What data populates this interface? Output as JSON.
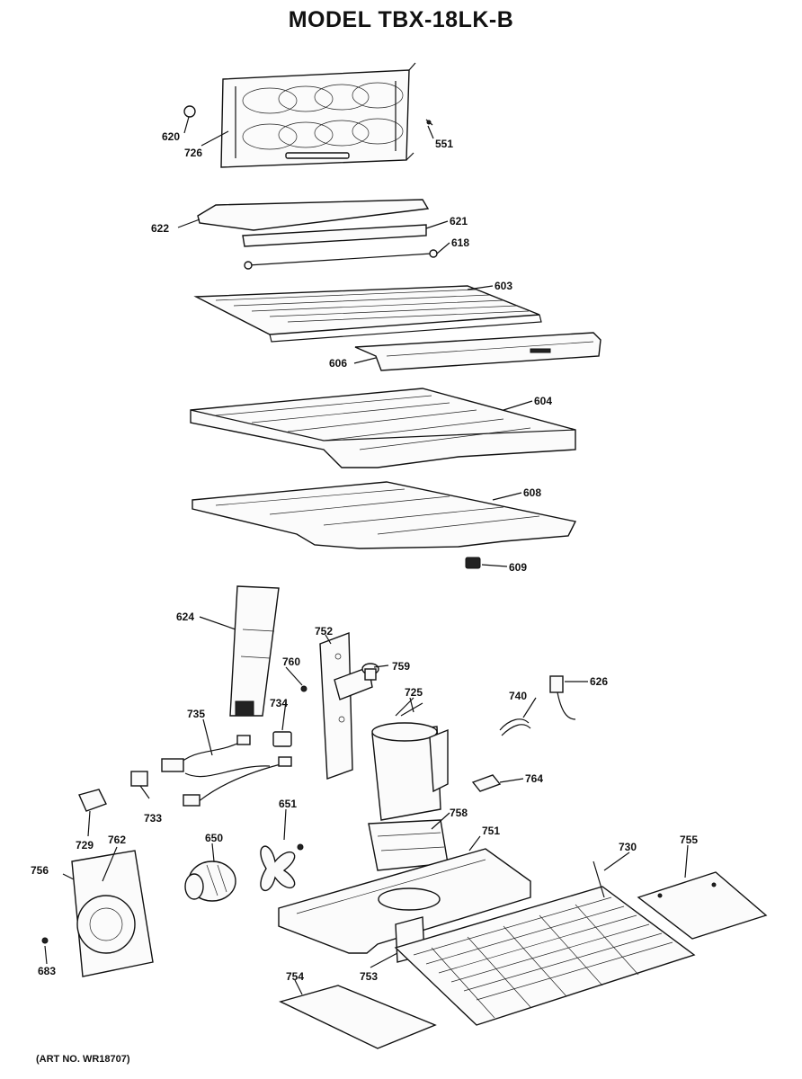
{
  "title": "MODEL TBX-18LK-B",
  "art_number": "(ART NO. WR18707)",
  "parts": {
    "p551": "551",
    "p603": "603",
    "p604": "604",
    "p606": "606",
    "p608": "608",
    "p609": "609",
    "p618": "618",
    "p620": "620",
    "p621": "621",
    "p622": "622",
    "p624": "624",
    "p626": "626",
    "p650": "650",
    "p651": "651",
    "p683": "683",
    "p725": "725",
    "p726": "726",
    "p729": "729",
    "p730": "730",
    "p733": "733",
    "p734": "734",
    "p735": "735",
    "p740": "740",
    "p751": "751",
    "p752": "752",
    "p753": "753",
    "p754": "754",
    "p755": "755",
    "p756": "756",
    "p758": "758",
    "p759": "759",
    "p760": "760",
    "p762": "762",
    "p764": "764"
  }
}
